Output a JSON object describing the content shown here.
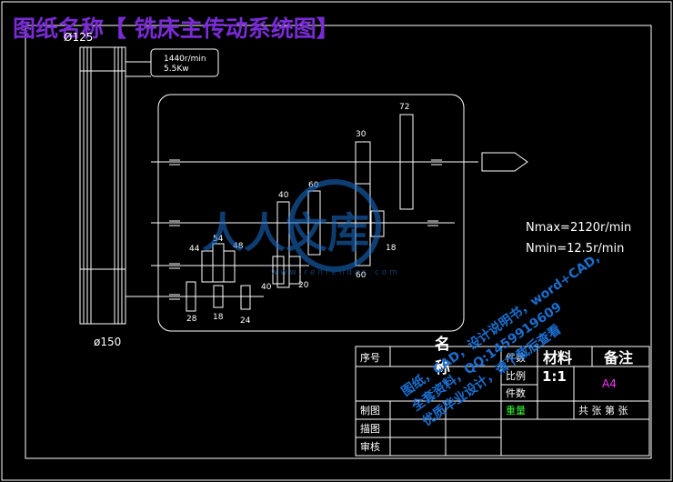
{
  "title": "图纸名称【 铣床主传动系统图】",
  "pulleys": {
    "top": "Ø125",
    "bottom": "ø150"
  },
  "motor": {
    "speed": "1440r/min",
    "power": "5.5Kw"
  },
  "gears": {
    "g72": "72",
    "g30": "30",
    "g60a": "60",
    "g40a": "40",
    "g18a": "18",
    "g60b": "60",
    "g54": "54",
    "g44": "44",
    "g48": "48",
    "g40b": "40",
    "g20": "20",
    "g28": "28",
    "g18b": "18",
    "g24": "24"
  },
  "speeds": {
    "nmax": "Nmax=2120r/min",
    "nmin": "Nmin=12.5r/min"
  },
  "titleblock": {
    "seq": "序号",
    "name": "名称",
    "count": "件数",
    "material": "材料",
    "remark": "备注",
    "scale": "比例",
    "scale_value": "1:1",
    "count2": "件数",
    "size": "A4",
    "weight": "重量",
    "sheets": "共 张 第 张",
    "drawn": "制图",
    "traced": "描图",
    "checked": "审核"
  },
  "watermark": {
    "brand": "人人文库",
    "url": "w w w . r e n r e n d o c . c o m",
    "line1": "图纸，CAD，设计说明书，word+CAD,",
    "line2": "全套资料，QQ:1459919609",
    "line3": "优质毕业设计，请下载后查看"
  },
  "colors": {
    "title": "#7a2bd6",
    "size": "#ff33ff",
    "weight": "#33ff33",
    "watermark": "#1a6fd0"
  }
}
